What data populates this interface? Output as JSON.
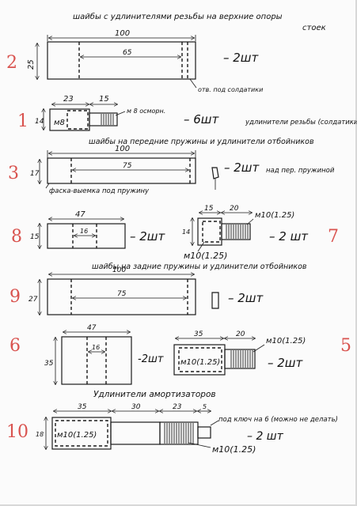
{
  "sections": [
    {
      "title": "шайбы с удлинителями резьбы на верхние опоры",
      "title_cont": "стоек",
      "red_number": "2",
      "dims": {
        "length": "100",
        "height": "25",
        "inner": "65"
      },
      "qty": "– 2шт",
      "note": "отв. под солдатики"
    },
    {
      "red_number": "1",
      "dims": {
        "a": "23",
        "b": "15",
        "h": "14"
      },
      "thread": "м8",
      "thread_note": "м 8 осморн.",
      "qty": "– 6шт",
      "note": "удлинители резьбы (солдатики)"
    },
    {
      "title": "шайбы на передние пружины и удлинители отбойников",
      "red_number": "3",
      "dims": {
        "length": "100",
        "height": "17",
        "inner": "75"
      },
      "qty": "– 2шт",
      "note": "над пер. пружиной",
      "chamfer": "фаска-выемка под пружину"
    },
    {
      "red_number": "8",
      "red_number_right": "7",
      "dims": {
        "a": "47",
        "h": "15",
        "c": "16",
        "b1": "15",
        "b2": "20",
        "bh": "14"
      },
      "thread_a": "м10(1.25)",
      "thread_b": "м10(1.25)",
      "qty_a": "– 2шт",
      "qty_b": "– 2 шт"
    },
    {
      "title": "шайбы на задние пружины и удлинители отбойников",
      "red_number": "9",
      "dims": {
        "length": "100",
        "height": "27",
        "inner": "75"
      },
      "qty": "– 2шт"
    },
    {
      "red_number": "6",
      "red_number_right": "5",
      "dims": {
        "a": "47",
        "h": "35",
        "c": "16",
        "b1": "35",
        "b2": "20"
      },
      "thread_a": "м10(1.25)",
      "thread_b": "м10(1.25)",
      "qty_a": "-2шт",
      "qty_b": "– 2шт"
    },
    {
      "title": "Удлинители амортизаторов",
      "red_number": "10",
      "dims": {
        "a": "35",
        "b": "30",
        "c": "23",
        "d": "5",
        "h": "18"
      },
      "thread_a": "м10(1.25)",
      "thread_b": "м10(1.25)",
      "note": "под ключ на 6 (можно не делать)",
      "qty": "– 2 шт"
    }
  ]
}
